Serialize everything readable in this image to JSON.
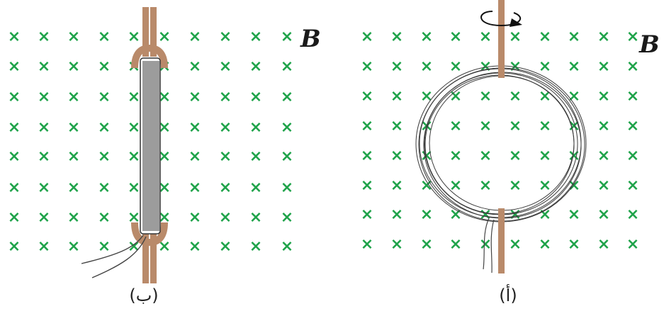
{
  "field_symbol": "B",
  "panels": [
    {
      "id": "right",
      "caption": "(أ)",
      "coil_view": "face-on loop with vertical axis of rotation",
      "rotation_indicator": true
    },
    {
      "id": "left",
      "caption": "(ب)",
      "coil_view": "edge-on loop in same field"
    }
  ],
  "field_marks": {
    "symbol": "×",
    "meaning": "magnetic field into the page"
  },
  "colors": {
    "field_mark": "#1fa34a",
    "axle": "#b98a6a",
    "axle_dark": "#a2735a",
    "wire": "#3a3a3a",
    "label": "#1a1a1a"
  }
}
